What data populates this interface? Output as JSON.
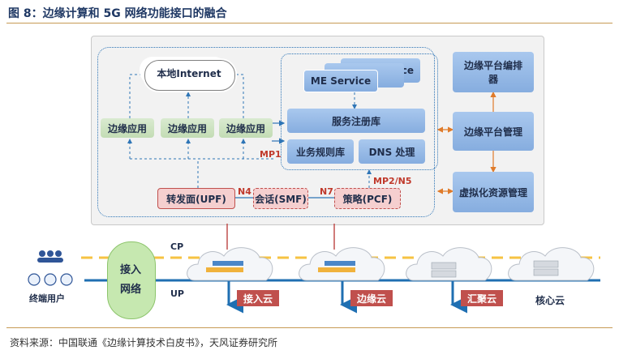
{
  "title": "图 8：边缘计算和 5G 网络功能接口的融合",
  "nodes": {
    "internet": "本地Internet",
    "edge_app": "边缘应用",
    "me_service": "ME Service",
    "me_service_back": "Service",
    "registry": "服务注册库",
    "rules": "业务规则库",
    "dns": "DNS 处理",
    "orchestrator": "边缘平台编排器",
    "platform_mgmt": "边缘平台管理",
    "virt_mgmt": "虚拟化资源管理",
    "upf": "转发面(UPF)",
    "smf": "会话(SMF)",
    "pcf": "策略(PCF)"
  },
  "interfaces": {
    "mp1": "MP1",
    "n4": "N4",
    "n7": "N7",
    "mp2_n5": "MP2/N5"
  },
  "network": {
    "cp": "CP",
    "up": "UP",
    "access_network": [
      "接入",
      "网络"
    ],
    "end_user": "终端用户",
    "access_cloud": "接入云",
    "edge_cloud": "边缘云",
    "aggregation_cloud": "汇聚云",
    "core_cloud": "核心云"
  },
  "colors": {
    "cp_line": "#f6c343",
    "up_line": "#1f6fb2",
    "tag_red": "#c0504d",
    "interface_red": "#c0392b"
  },
  "footer": "资料来源：中国联通《边缘计算技术白皮书》，天风证券研究所"
}
